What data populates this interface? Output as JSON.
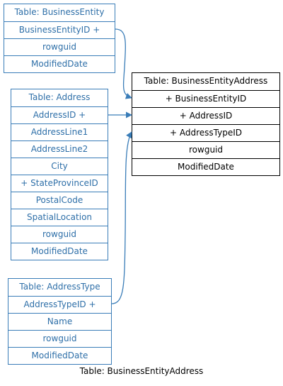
{
  "tables": {
    "business_entity": {
      "title": "Table: BusinessEntity",
      "rows": [
        "BusinessEntityID +",
        "rowguid",
        "ModifiedDate"
      ]
    },
    "address": {
      "title": "Table: Address",
      "rows": [
        "AddressID +",
        "AddressLine1",
        "AddressLine2",
        "City",
        "+ StateProvinceID",
        "PostalCode",
        "SpatialLocation",
        "rowguid",
        "ModifiedDate"
      ]
    },
    "address_type": {
      "title": "Table: AddressType",
      "rows": [
        "AddressTypeID +",
        "Name",
        "rowguid",
        "ModifiedDate"
      ]
    },
    "business_entity_address": {
      "title": "Table: BusinessEntityAddress",
      "rows": [
        "+ BusinessEntityID",
        "+ AddressID",
        "+ AddressTypeID",
        "rowguid",
        "ModifiedDate"
      ]
    }
  },
  "caption": "Table: BusinessEntityAddress",
  "colors": {
    "related_table": "#3a7db8",
    "main_table": "#000000",
    "arrow": "#3a7db8"
  }
}
